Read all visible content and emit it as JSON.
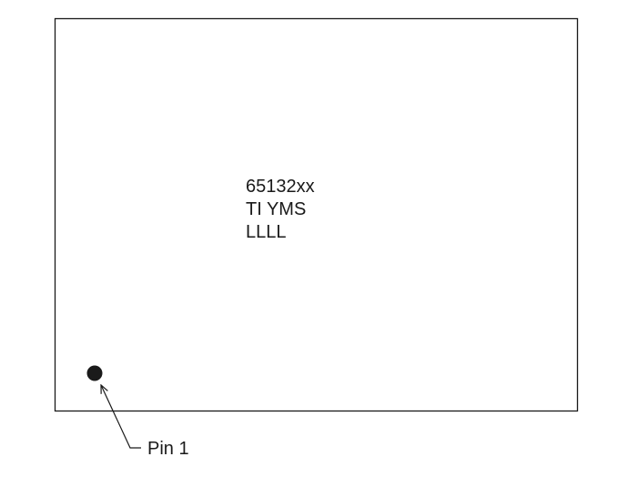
{
  "package_marking": {
    "lines": [
      "65132xx",
      "TI YMS",
      "LLLL"
    ]
  },
  "pin1_callout": {
    "label": "Pin 1"
  }
}
